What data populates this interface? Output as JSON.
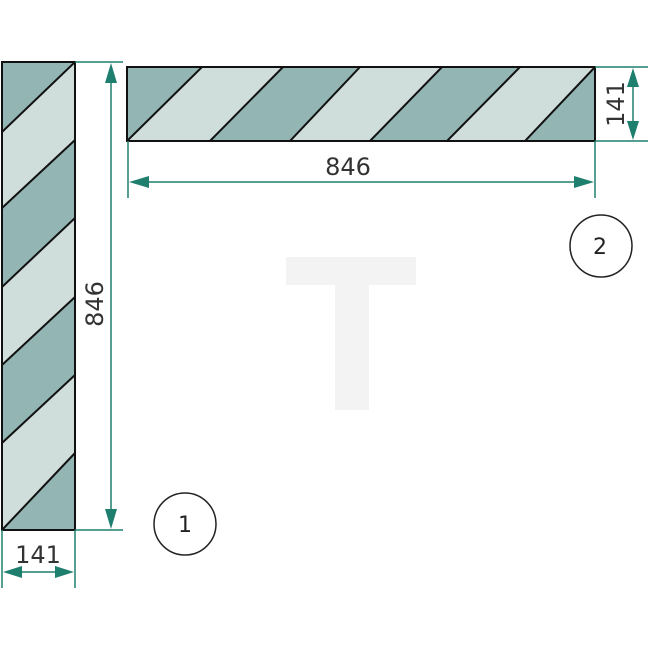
{
  "colors": {
    "stripe_dark": "#93b5b3",
    "stripe_light": "#d0dedb",
    "outline": "#111111",
    "dimension_line": "#1f7f6f",
    "watermark": "#f3f3f3"
  },
  "watermark": {
    "letter": "T"
  },
  "parts": [
    {
      "id": "1",
      "orientation": "vertical",
      "callout": "1",
      "dimensions": {
        "length": "846",
        "width": "141"
      }
    },
    {
      "id": "2",
      "orientation": "horizontal",
      "callout": "2",
      "dimensions": {
        "length": "846",
        "width": "141"
      }
    }
  ]
}
